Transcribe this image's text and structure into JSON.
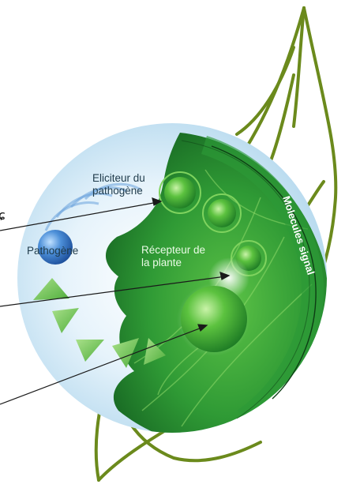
{
  "labels": {
    "eliciteur": [
      "Eliciteur du",
      "pathogène"
    ],
    "pathogene": "Pathogène",
    "recepteur": [
      "Récepteur de",
      "la plante"
    ],
    "molecules_signal": "Molecules signal",
    "edge_glyph": "ɕ"
  },
  "colors": {
    "halo": "#d8ecf7",
    "leaf_dark": "#1f7f2d",
    "leaf_light": "#5bbf3e",
    "stem": "#6b8a1c",
    "pathogen": "#2f6fbf",
    "sphere": "#2fa83a",
    "arrow": "#1a1a1a"
  },
  "icons": [
    "leaf-sketch",
    "pathogen-sphere",
    "receptor-sphere",
    "arrowhead-triangle"
  ]
}
